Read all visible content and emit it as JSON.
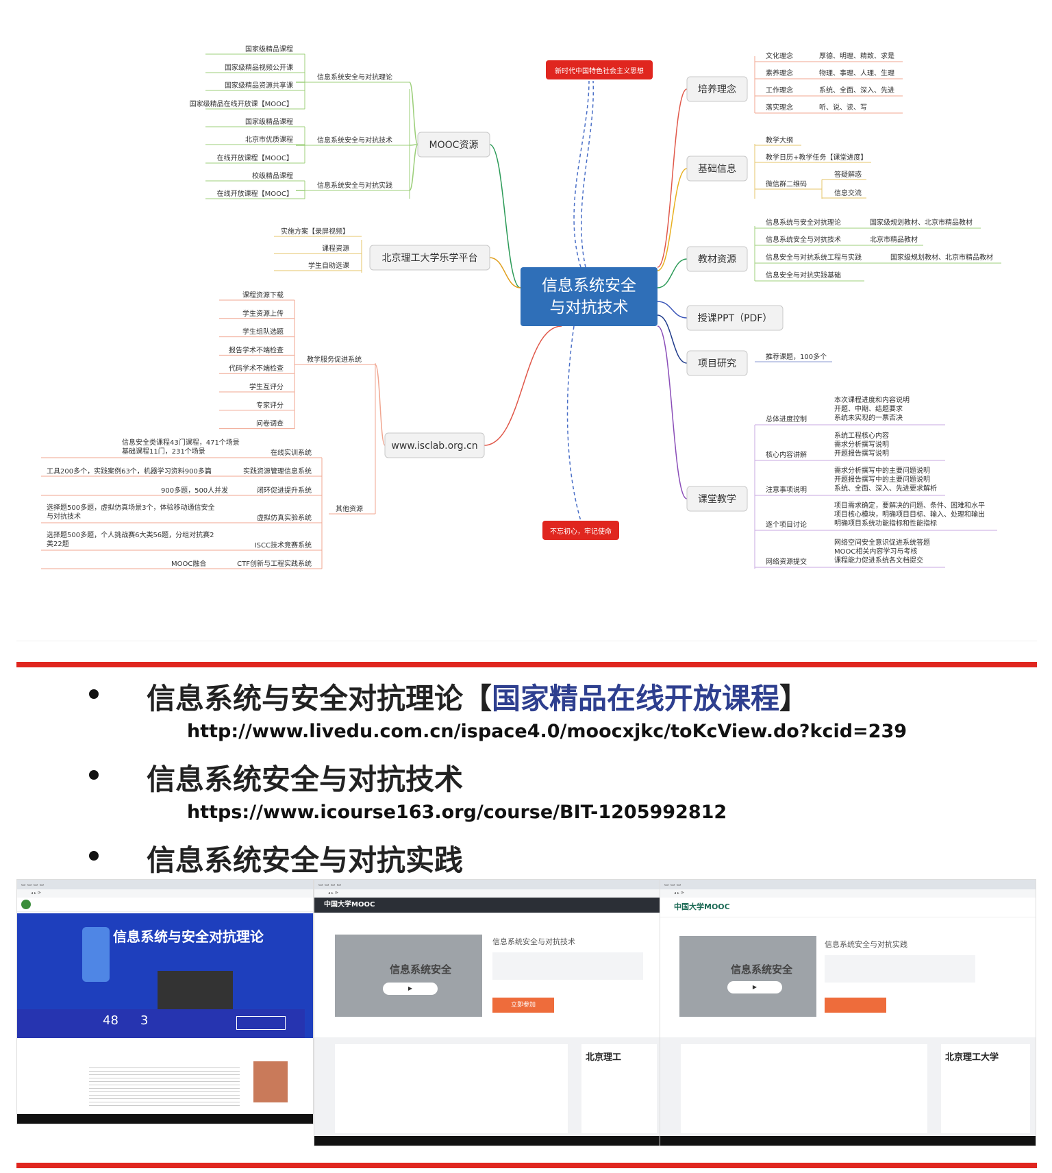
{
  "mindmap": {
    "center": [
      "信息系统安全",
      "与对抗技术"
    ],
    "top_label": "新时代中国特色社会主义思想",
    "bottom_label": "不忘初心，牢记使命",
    "mooc": {
      "label": "MOOC资源",
      "groups": [
        {
          "label": "信息系统安全与对抗理论",
          "items": [
            "国家级精品课程",
            "国家级精品视频公开课",
            "国家级精品资源共享课",
            "国家级精品在线开放课【MOOC】"
          ]
        },
        {
          "label": "信息系统安全与对抗技术",
          "items": [
            "国家级精品课程",
            "北京市优质课程",
            "在线开放课程【MOOC】"
          ]
        },
        {
          "label": "信息系统安全与对抗实践",
          "items": [
            "校级精品课程",
            "在线开放课程【MOOC】"
          ]
        }
      ]
    },
    "bit": {
      "label": "北京理工大学乐学平台",
      "items": [
        "实施方案【录屏视频】",
        "课程资源",
        "学生自助选课"
      ]
    },
    "isclab": {
      "label": "www.isclab.org.cn",
      "teaching": {
        "label": "教学服务促进系统",
        "items": [
          "课程资源下载",
          "学生资源上传",
          "学生组队选题",
          "报告学术不端检查",
          "代码学术不端检查",
          "学生互评分",
          "专家评分",
          "问卷调查"
        ]
      },
      "other": {
        "label": "其他资源",
        "items": [
          {
            "name": "在线实训系统",
            "desc": [
              "信息安全类课程43门课程，471个场景",
              "基础课程11门，231个场景"
            ]
          },
          {
            "name": "实践资源管理信息系统",
            "desc": [
              "工具200多个，实践案例63个，机器学习资料900多篇"
            ]
          },
          {
            "name": "闭环促进提升系统",
            "desc": [
              "900多题，500人并发"
            ]
          },
          {
            "name": "虚拟仿真实验系统",
            "desc": [
              "选择题500多题，虚拟仿真场景3个，体验移动通信安全",
              "与对抗技术"
            ]
          },
          {
            "name": "ISCC技术竞赛系统",
            "desc": [
              "选择题500多题，个人挑战赛6大类56题，分组对抗赛2",
              "类22题"
            ]
          },
          {
            "name": "CTF创新与工程实践系统",
            "desc": [
              "MOOC融合"
            ]
          }
        ]
      }
    },
    "peiyang": {
      "label": "培养理念",
      "rows": [
        {
          "name": "文化理念",
          "value": "厚德、明理、精致、求是"
        },
        {
          "name": "素养理念",
          "value": "物理、事理、人理、生理"
        },
        {
          "name": "工作理念",
          "value": "系统、全面、深入、先进"
        },
        {
          "name": "落实理念",
          "value": "听、说、读、写"
        }
      ]
    },
    "jichu": {
      "label": "基础信息",
      "items": [
        "教学大纲",
        "教学日历+教学任务【课堂进度】"
      ],
      "wechat": {
        "label": "微信群二维码",
        "items": [
          "答疑解惑",
          "信息交流"
        ]
      }
    },
    "jiaocai": {
      "label": "教材资源",
      "rows": [
        {
          "name": "信息系统与安全对抗理论",
          "value": "国家级规划教材、北京市精品教材"
        },
        {
          "name": "信息系统安全与对抗技术",
          "value": "北京市精品教材"
        },
        {
          "name": "信息安全与对抗系统工程与实践",
          "value": "国家级规划教材、北京市精品教材"
        },
        {
          "name": "信息安全与对抗实践基础",
          "value": ""
        }
      ]
    },
    "ppt": {
      "label": "授课PPT（PDF）"
    },
    "xiangmu": {
      "label": "项目研究",
      "item": "推荐课题，100多个"
    },
    "ketang": {
      "label": "课堂教学",
      "rows": [
        {
          "name": "总体进度控制",
          "lines": [
            "本次课程进度和内容说明",
            "开题、中期、结题要求",
            "系统未实现的一票否决"
          ]
        },
        {
          "name": "核心内容讲解",
          "lines": [
            "系统工程核心内容",
            "需求分析撰写说明",
            "开题报告撰写说明"
          ]
        },
        {
          "name": "注意事项说明",
          "lines": [
            "需求分析撰写中的主要问题说明",
            "开题报告撰写中的主要问题说明",
            "系统、全面、深入、先进要求解析"
          ]
        },
        {
          "name": "逐个项目讨论",
          "lines": [
            "项目需求确定，要解决的问题、条件、困难和水平",
            "项目核心模块，明确项目目标、输入、处理和输出",
            "明确项目系统功能指标和性能指标"
          ]
        },
        {
          "name": "网络资源提交",
          "lines": [
            "网络空间安全意识促进系统答题",
            "MOOC相关内容学习与考核",
            "课程能力促进系统各文档提交"
          ]
        }
      ]
    }
  },
  "bullets": [
    {
      "title": "信息系统与安全对抗理论【",
      "highlight": "国家精品在线开放课程",
      "after": "】",
      "url": "http://www.livedu.com.cn/ispace4.0/moocxjkc/toKcView.do?kcid=239"
    },
    {
      "title": "信息系统安全与对抗技术",
      "url": "https://www.icourse163.org/course/BIT-1205992812"
    },
    {
      "title": "信息系统安全与对抗实践"
    }
  ],
  "screens": {
    "s1": {
      "banner": "信息系统与安全对抗理论",
      "n1": "48",
      "n2": "3"
    },
    "s2": {
      "brand": "中国大学MOOC",
      "title": "信息系统安全与对抗技术",
      "video": "信息系统安全",
      "button": "立即参加",
      "logo": "北京理工"
    },
    "s3": {
      "brand": "中国大学MOOC",
      "title": "信息系统安全与对抗实践",
      "video": "信息系统安全",
      "logo": "北京理工大学"
    }
  },
  "colors": {
    "center": "#2f6fb8",
    "red_label": "#e0261f",
    "bar": "#e0261f",
    "blue_text": "#2e3f8f"
  }
}
